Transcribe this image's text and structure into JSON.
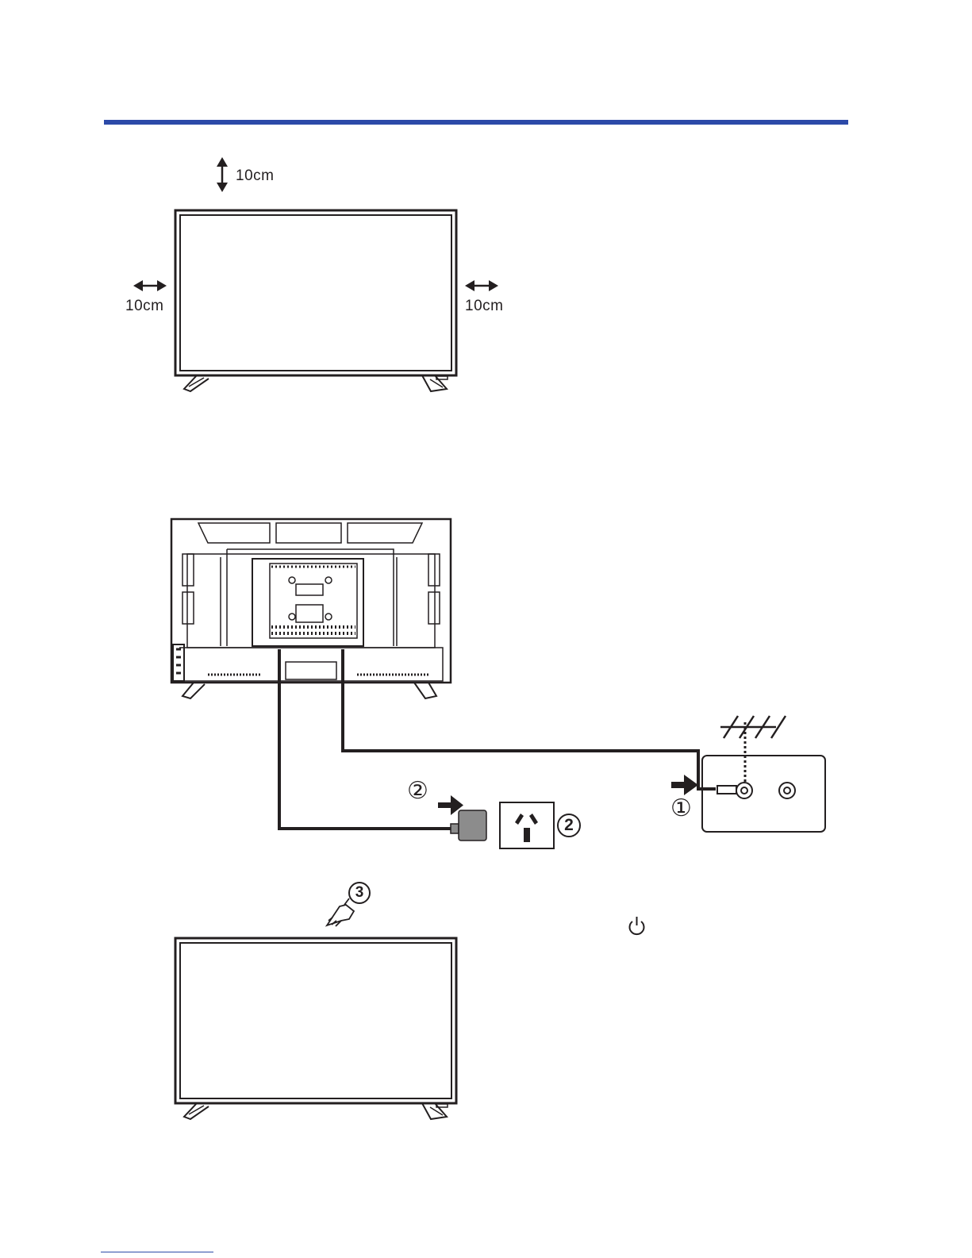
{
  "clearance": {
    "top_label": "10cm",
    "left_label": "10cm",
    "right_label": "10cm"
  },
  "connection": {
    "step1_marker": "①",
    "step2_marker_plain": "②",
    "step2_marker_bold": "2"
  },
  "power_on": {
    "step3_marker": "3",
    "power_symbol": "power-icon"
  },
  "colors": {
    "accent_rule": "#2c4aa8",
    "line": "#231f20",
    "plug_body": "#8c8c8c"
  }
}
